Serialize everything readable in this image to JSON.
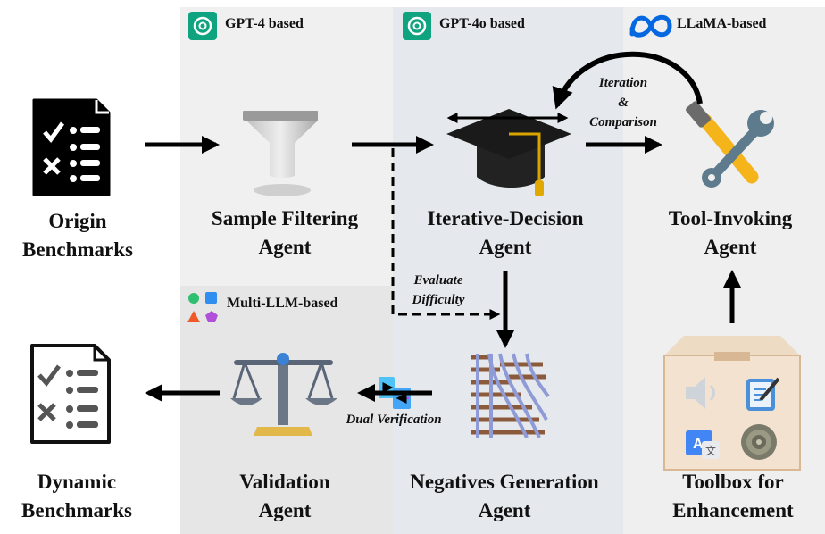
{
  "tags": {
    "gpt4": "GPT-4 based",
    "gpt4o": "GPT-4o based",
    "llama": "LLaMA-based",
    "multi": "Multi-LLM-based"
  },
  "nodes": {
    "origin": [
      "Origin",
      "Benchmarks"
    ],
    "filter": [
      "Sample Filtering",
      "Agent"
    ],
    "iterative": [
      "Iterative-Decision",
      "Agent"
    ],
    "tool": [
      "Tool-Invoking",
      "Agent"
    ],
    "dynamic": [
      "Dynamic",
      "Benchmarks"
    ],
    "validation": [
      "Validation",
      "Agent"
    ],
    "negatives": [
      "Negatives Generation",
      "Agent"
    ],
    "toolbox": [
      "Toolbox for",
      "Enhancement"
    ]
  },
  "notes": {
    "iteration": [
      "Iteration",
      "&",
      "Comparison"
    ],
    "evaluate": [
      "Evaluate",
      "Difficulty"
    ],
    "dual": "Dual Verification"
  },
  "colors": {
    "panel_gpt4": "#f0f0f0",
    "panel_gpt4o": "#e5e9ed",
    "panel_llama": "#efefef",
    "panel_multi": "#e6e6e6",
    "openai_green": "#10a37f",
    "meta_blue": "#0668e1",
    "arrow": "#000000"
  }
}
